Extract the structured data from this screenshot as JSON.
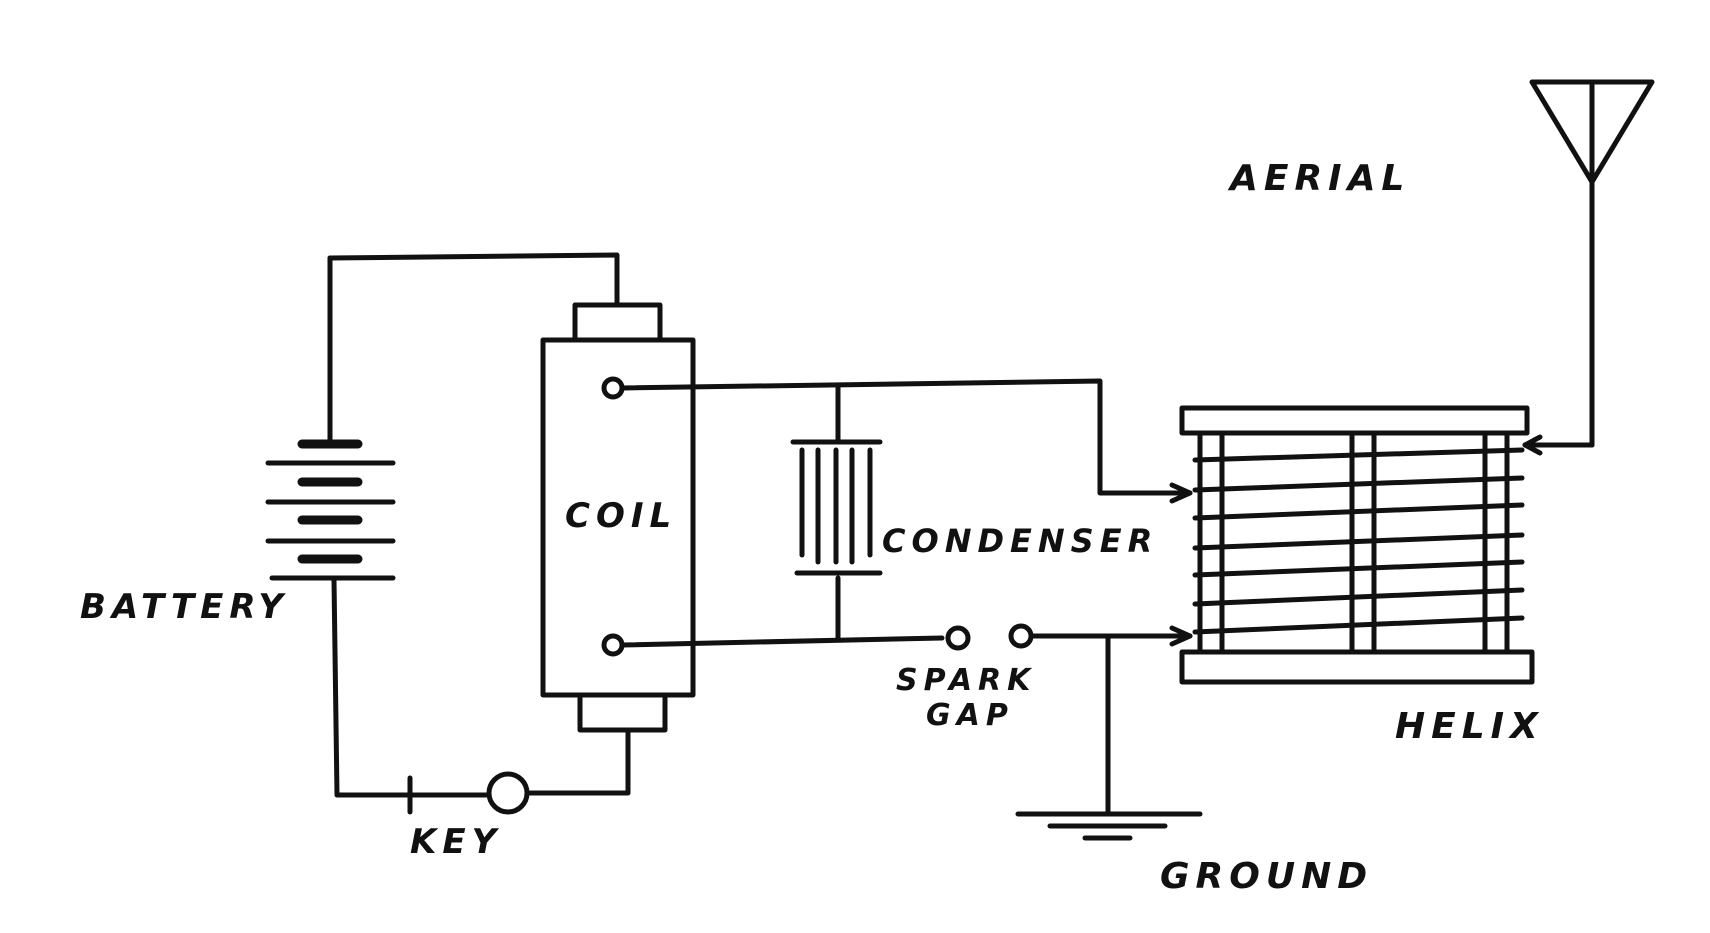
{
  "labels": {
    "aerial": "AERIAL",
    "coil": "COIL",
    "condenser": "CONDENSER",
    "battery": "BATTERY",
    "spark_gap_line1": "SPARK",
    "spark_gap_line2": "GAP",
    "helix": "HELIX",
    "key": "KEY",
    "ground": "GROUND"
  },
  "colors": {
    "ink": "#111111",
    "paper": "#ffffff"
  }
}
